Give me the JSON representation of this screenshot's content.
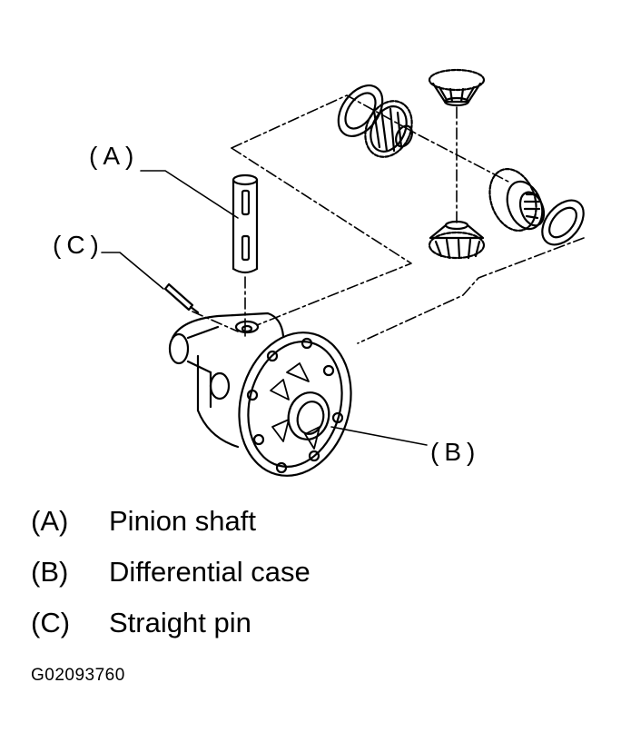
{
  "callouts": {
    "a": "(A)",
    "b": "(B)",
    "c": "(C)"
  },
  "legend": [
    {
      "key": "(A)",
      "label": "Pinion shaft"
    },
    {
      "key": "(B)",
      "label": "Differential case"
    },
    {
      "key": "(C)",
      "label": "Straight pin"
    }
  ],
  "figure_code": "G02093760"
}
